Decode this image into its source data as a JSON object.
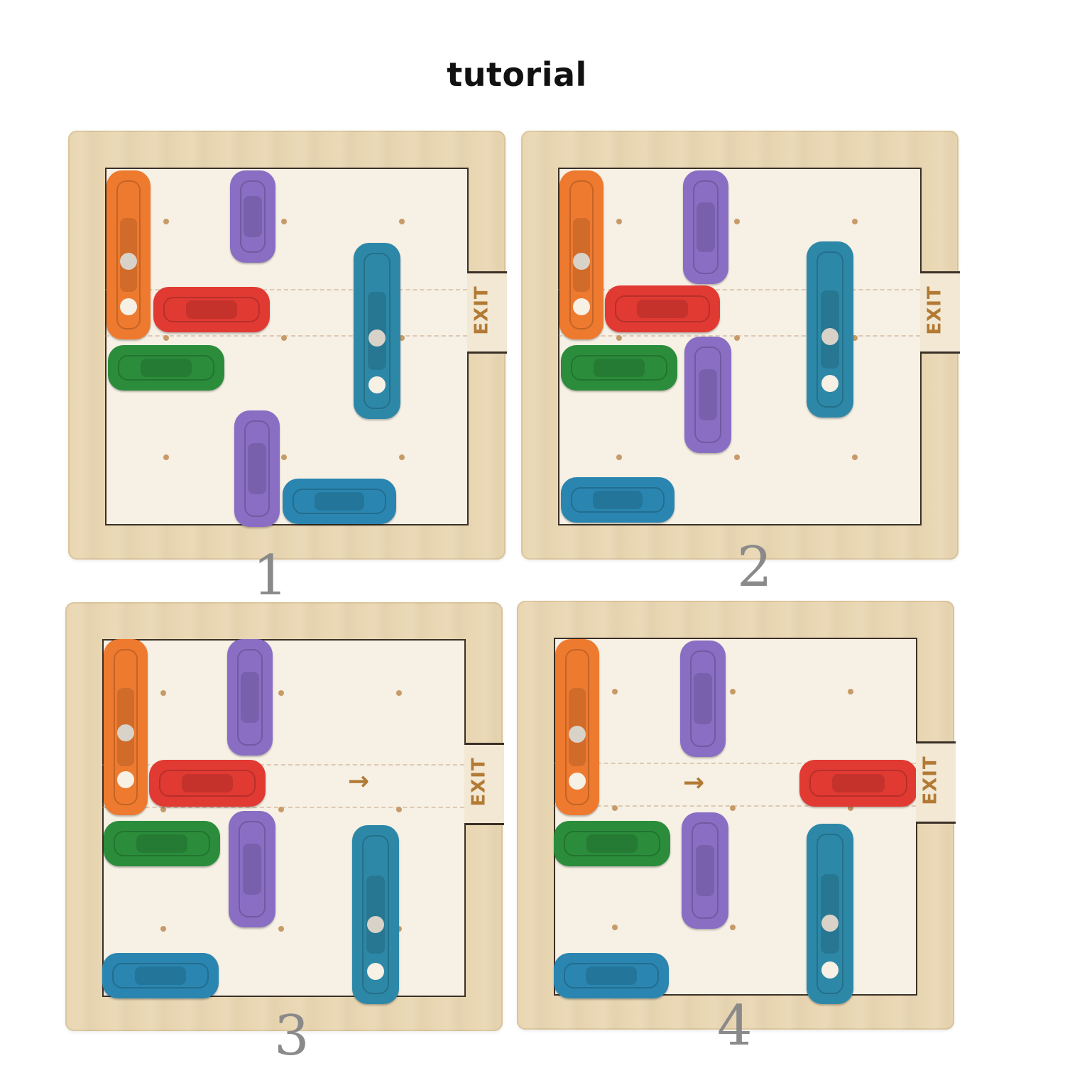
{
  "title": "tutorial",
  "boards": [
    {
      "number": "1",
      "exit": "EXIT"
    },
    {
      "number": "2",
      "exit": "EXIT"
    },
    {
      "number": "3",
      "exit": "EXIT"
    },
    {
      "number": "4",
      "exit": "EXIT"
    }
  ],
  "colors": {
    "orange": "#ee7a2f",
    "purple": "#8a6ec4",
    "red": "#e13a33",
    "green": "#2b8d3b",
    "teal": "#2d88a8",
    "blue": "#2a86b0"
  },
  "icons": {
    "car": "car-icon",
    "arrow": "arrow-right-icon"
  }
}
